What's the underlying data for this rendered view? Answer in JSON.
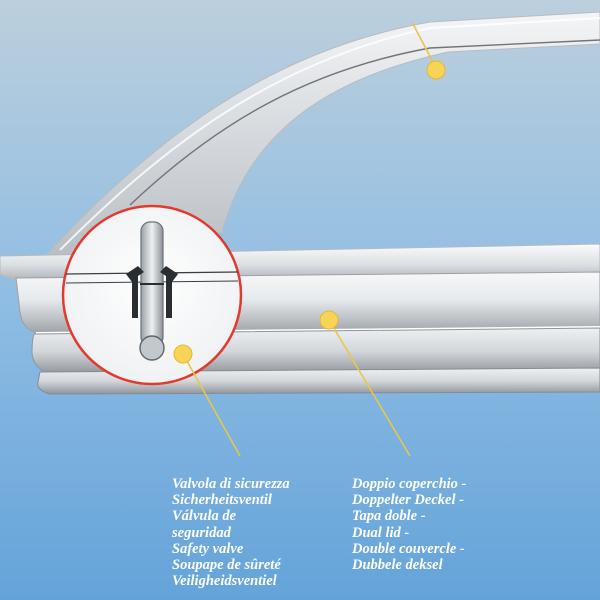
{
  "colors": {
    "background_top": "#b8cfdf",
    "background_bottom": "#6aa6da",
    "metal_light": "#ffffff",
    "metal_mid": "#d9dde2",
    "metal_dark": "#8e9399",
    "callout_dot": "#f7d358",
    "callout_line": "#e9c64a",
    "magnifier_ring": "#e23a2e",
    "valve_dark": "#2a2e33",
    "caption_text": "#ffffff"
  },
  "labels": {
    "safety_valve": [
      "Valvola di sicurezza",
      "Sicherheitsventil",
      "Válvula de",
      "seguridad",
      "Safety valve",
      "Soupape de sûreté",
      "Veiligheidsventiel"
    ],
    "double_lid": [
      "Doppio coperchio  -",
      "Doppelter Deckel -",
      "Tapa doble -",
      "Dual lid -",
      "Double couvercle -",
      "Dubbele deksel"
    ]
  }
}
